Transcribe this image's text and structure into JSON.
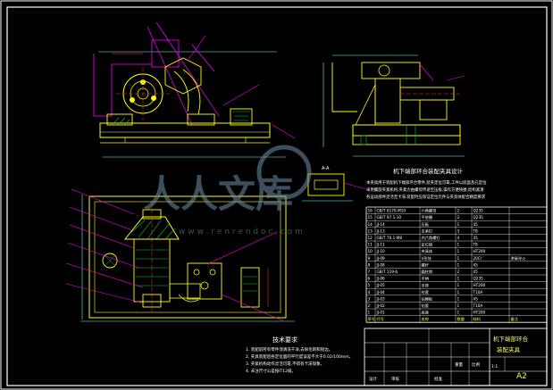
{
  "title_block": {
    "title_line1": "机下端部环合",
    "title_line2": "装配夹具",
    "sheet_size": "A2",
    "scale": "1:1"
  },
  "design_heading": "机下端部环合装配夹具设计",
  "design_notes": [
    "本夹具用于装配机下端部环合零件,装夹定位可靠,工件以底面及孔定位",
    "采用螺旋夹紧机构,夹紧力由螺母传递至压板,操作方便快捷,结构紧凑",
    "各运动部件灵活无卡滞,装配时应保证定位元件与夹具体配合精度要求"
  ],
  "tech_requirements": {
    "heading": "技术要求",
    "items": [
      "1. 装配前所有零件须清洗干净,去除毛刺和锐边。",
      "2. 夹具装配后各定位面的平行度误差不大于0.02/100mm。",
      "3. 夹紧机构动作灵活可靠,不得有卡滞现象。",
      "4. 未注尺寸公差按IT12级。"
    ]
  },
  "section_label": "A-A",
  "watermark": {
    "text": "人人文库",
    "url": "w w w . r e n r e n d o c . c o m"
  },
  "bom_header": {
    "seq": "序号",
    "code": "代号",
    "name": "名称",
    "qty": "数量",
    "material": "材料",
    "note": "备注"
  },
  "bom_rows": [
    {
      "seq": "16",
      "code": "GB/T 6170-M10",
      "name": "六角螺母",
      "qty": "2",
      "material": "Q235",
      "note": ""
    },
    {
      "seq": "15",
      "code": "GB/T 97.1-10",
      "name": "平垫圈",
      "qty": "2",
      "material": "Q235",
      "note": ""
    },
    {
      "seq": "14",
      "code": "JJ-14",
      "name": "压板",
      "qty": "1",
      "material": "45",
      "note": ""
    },
    {
      "seq": "13",
      "code": "JJ-13",
      "name": "支承钉",
      "qty": "3",
      "material": "T8",
      "note": ""
    },
    {
      "seq": "12",
      "code": "GB/T 70.1-M8",
      "name": "内六角螺钉",
      "qty": "4",
      "material": "35",
      "note": ""
    },
    {
      "seq": "11",
      "code": "JJ-11",
      "name": "定位销",
      "qty": "1",
      "material": "T8",
      "note": ""
    },
    {
      "seq": "10",
      "code": "JJ-10",
      "name": "夹具体",
      "qty": "1",
      "material": "HT200",
      "note": ""
    },
    {
      "seq": "9",
      "code": "JJ-09",
      "name": "V形块",
      "qty": "1",
      "material": "20Cr",
      "note": "渗碳淬火"
    },
    {
      "seq": "8",
      "code": "JJ-08",
      "name": "螺杆",
      "qty": "1",
      "material": "45",
      "note": ""
    },
    {
      "seq": "7",
      "code": "GB/T 119-6",
      "name": "圆柱销",
      "qty": "2",
      "material": "45",
      "note": ""
    },
    {
      "seq": "6",
      "code": "JJ-06",
      "name": "手柄",
      "qty": "1",
      "material": "Q235",
      "note": ""
    },
    {
      "seq": "5",
      "code": "JJ-05",
      "name": "支座",
      "qty": "1",
      "material": "HT200",
      "note": ""
    },
    {
      "seq": "4",
      "code": "JJ-04",
      "name": "衬套",
      "qty": "1",
      "material": "T10A",
      "note": ""
    },
    {
      "seq": "3",
      "code": "JJ-03",
      "name": "钻模板",
      "qty": "1",
      "material": "45",
      "note": ""
    },
    {
      "seq": "2",
      "code": "JJ-02",
      "name": "钻套",
      "qty": "1",
      "material": "T10A",
      "note": ""
    },
    {
      "seq": "1",
      "code": "JJ-01",
      "name": "底座",
      "qty": "1",
      "material": "HT200",
      "note": ""
    }
  ],
  "title_block_cells": {
    "design": "设计",
    "check": "审核",
    "approve": "批准",
    "weight": "重量",
    "ratio": "比例"
  },
  "colors": {
    "frame": "#ffffff",
    "outline": "#ffff00",
    "hidden": "#ff00ff",
    "center": "#ff3333",
    "dimension": "#66ffff",
    "hatch": "#00cc44"
  }
}
